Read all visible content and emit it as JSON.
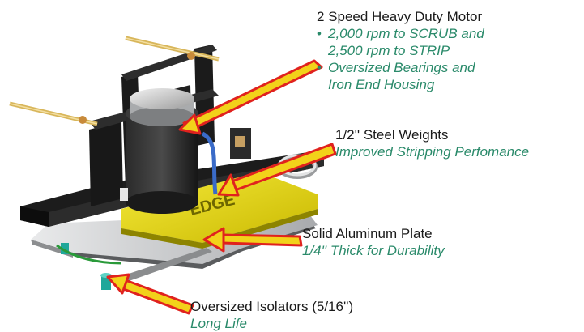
{
  "callouts": {
    "motor": {
      "heading": "2 Speed Heavy Duty Motor",
      "bullets": [
        [
          "2,000 rpm to SCRUB and",
          "2,500 rpm to STRIP"
        ],
        [
          "Oversized Bearings and",
          "Iron End Housing"
        ]
      ]
    },
    "weights": {
      "heading": "1/2'' Steel Weights",
      "sub": "Improved Stripping Perfomance"
    },
    "plate": {
      "heading": "Solid Aluminum Plate",
      "sub": "1/4'' Thick for Durability"
    },
    "isolators": {
      "heading": "Oversized Isolators (5/16'')",
      "sub": "Long Life"
    }
  },
  "product_label": "EDGE",
  "colors": {
    "arrow_fill": "#f2d21a",
    "arrow_outline": "#e0221e",
    "label_heading": "#1a1a1a",
    "label_sub": "#2a8a6a",
    "deck_yellow": "#e8d80c",
    "frame_black": "#1c1c1c",
    "plate_silver": "#c9cbcd",
    "isolator_teal": "#1fa79a"
  }
}
